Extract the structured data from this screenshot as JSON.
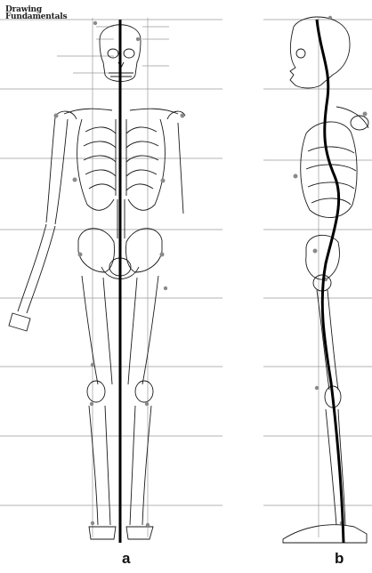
{
  "brand": {
    "line1": "Drawing",
    "line2": "Fundamentals"
  },
  "panels": [
    {
      "id": "front",
      "label": "a"
    },
    {
      "id": "side",
      "label": "b"
    }
  ],
  "colors": {
    "ink": "#1a1a1a",
    "grid": "#9a9a9a",
    "joint": "#8a8a8a",
    "axis": "#000000"
  }
}
